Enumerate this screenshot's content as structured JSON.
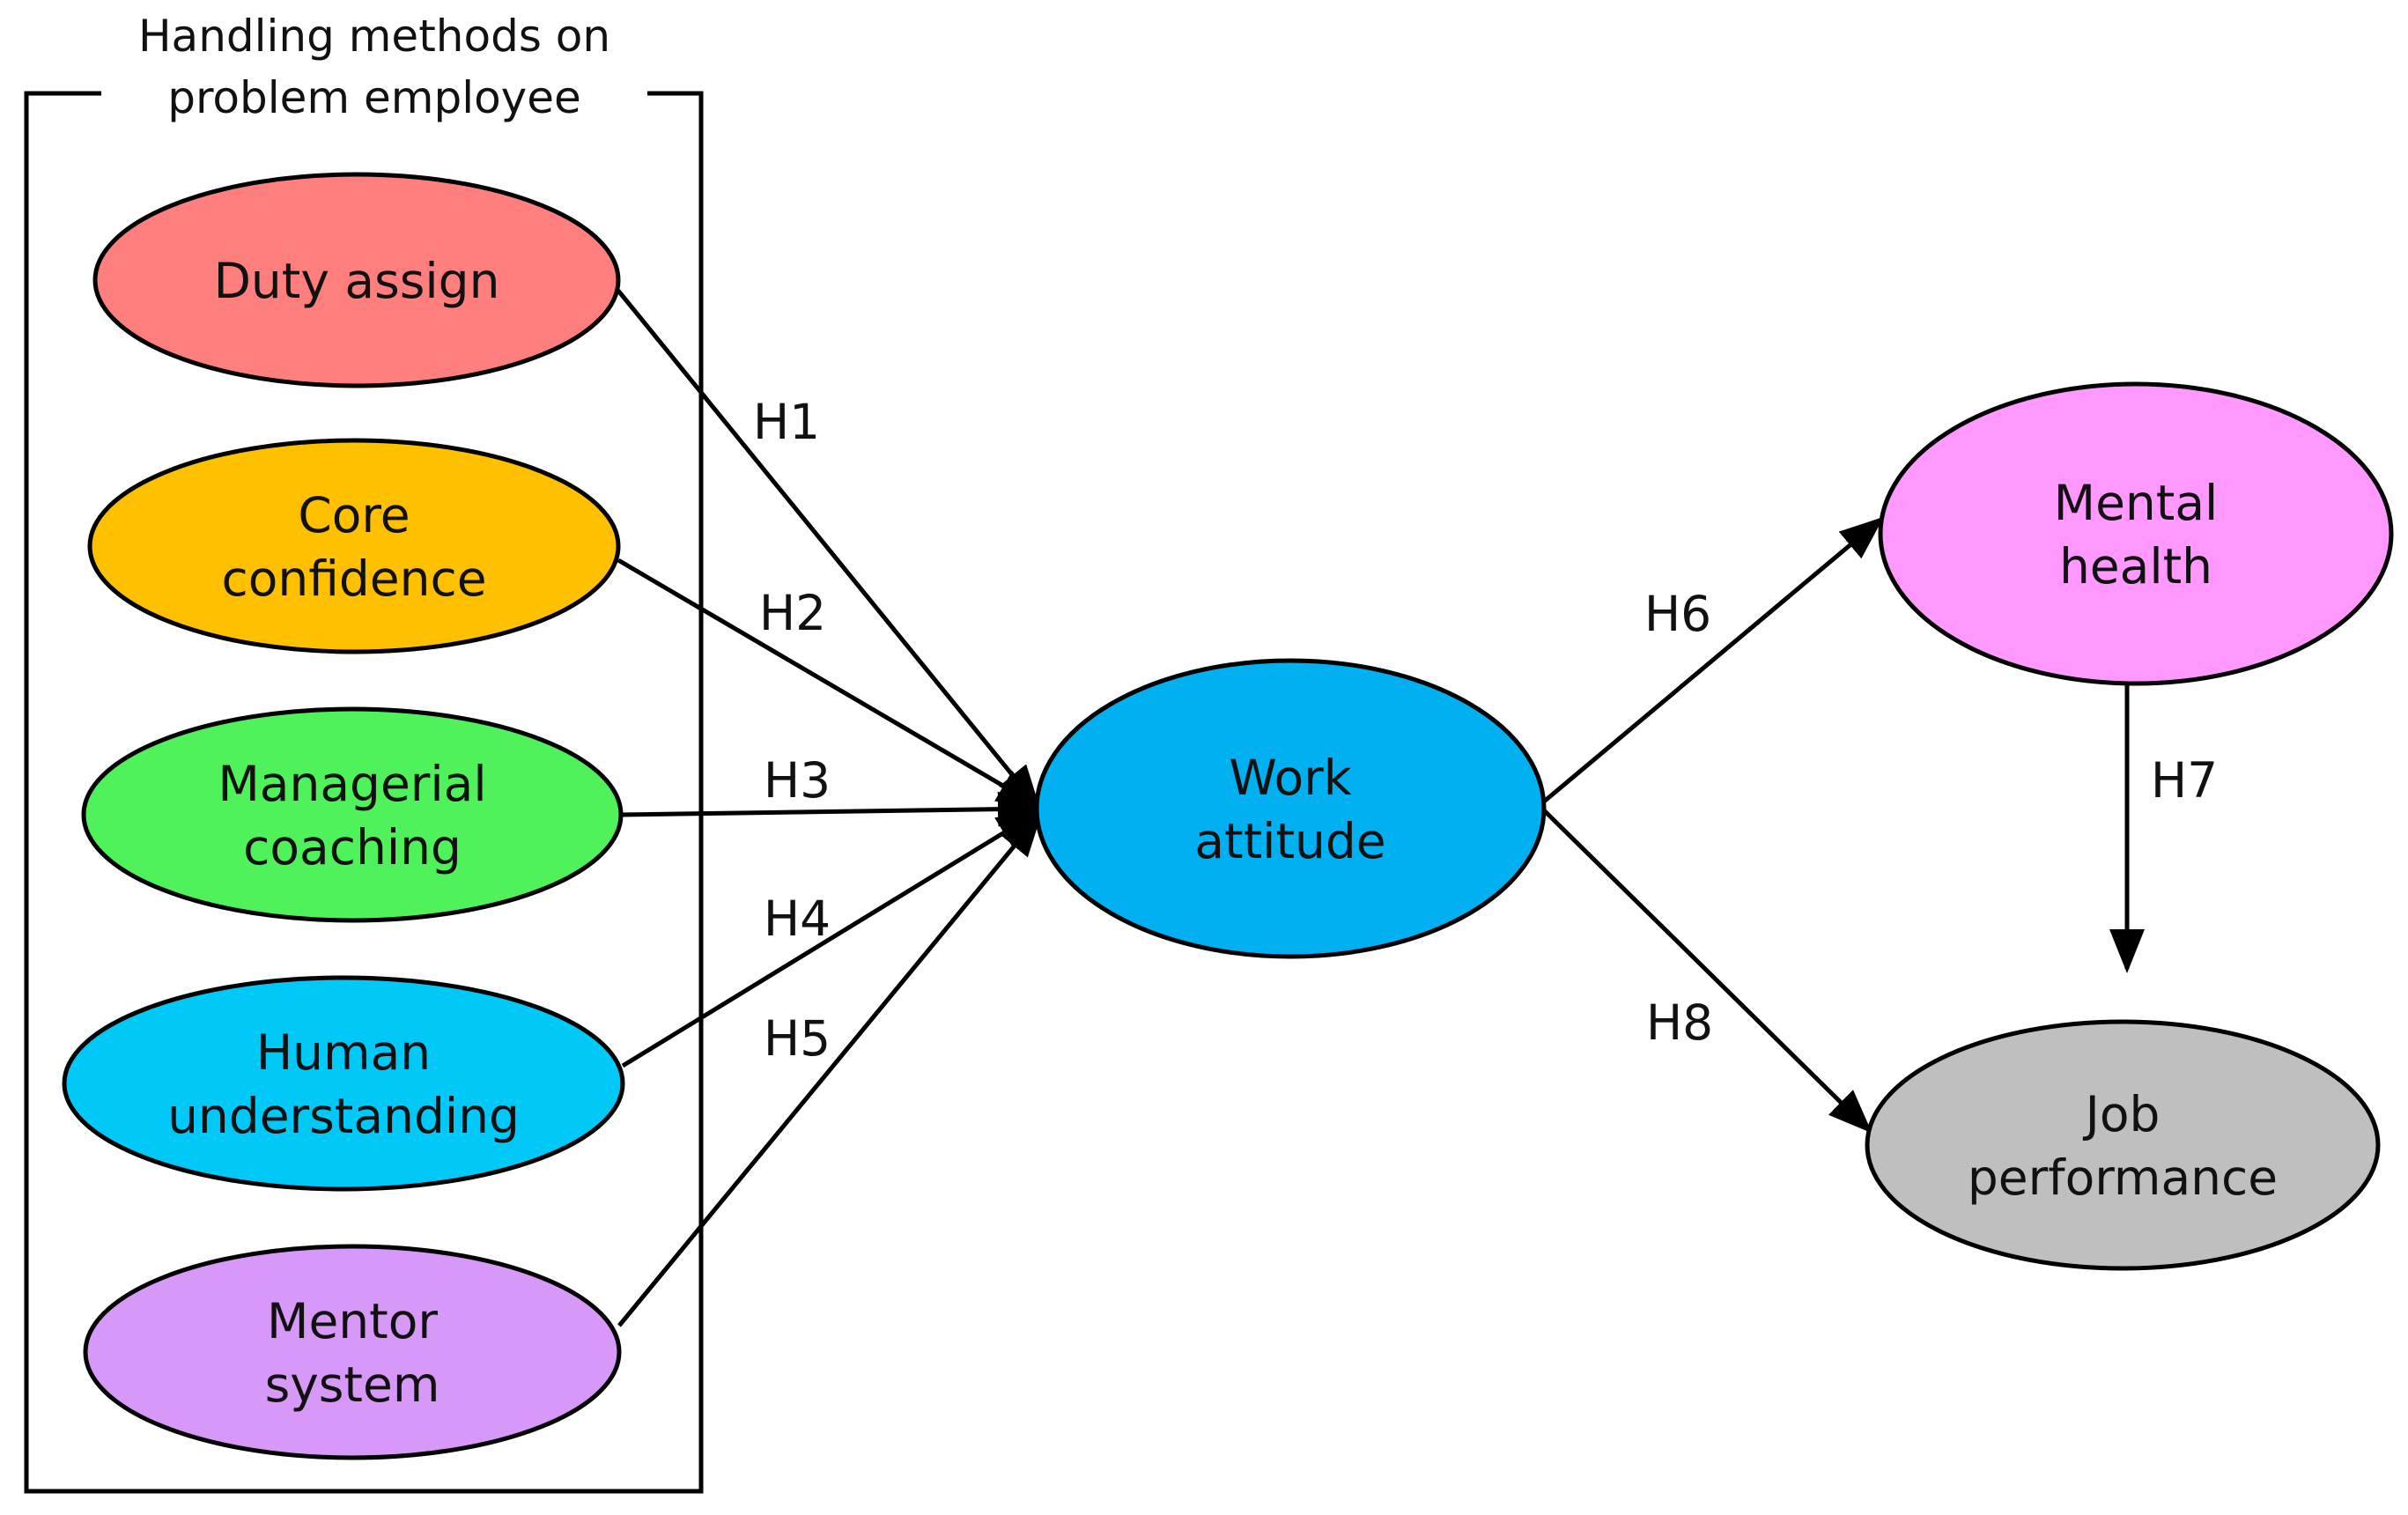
{
  "group": {
    "title_lines": [
      "Handling methods on",
      "problem employee"
    ]
  },
  "nodes": [
    {
      "id": "duty",
      "lines": [
        "Duty assign"
      ],
      "color": "#FF7F7F"
    },
    {
      "id": "core",
      "lines": [
        "Core",
        "confidence"
      ],
      "color": "#FFC000"
    },
    {
      "id": "coaching",
      "lines": [
        "Managerial",
        "coaching"
      ],
      "color": "#4FF25A"
    },
    {
      "id": "human",
      "lines": [
        "Human",
        "understanding"
      ],
      "color": "#00C8F7"
    },
    {
      "id": "mentor",
      "lines": [
        "Mentor",
        "system"
      ],
      "color": "#D898F8"
    },
    {
      "id": "work",
      "lines": [
        "Work",
        "attitude"
      ],
      "color": "#00B0F0"
    },
    {
      "id": "mental",
      "lines": [
        "Mental",
        "health"
      ],
      "color": "#FF99FF"
    },
    {
      "id": "job",
      "lines": [
        "Job",
        "performance"
      ],
      "color": "#BFBFBF"
    }
  ],
  "edges": [
    {
      "from": "duty",
      "to": "work",
      "label": "H1"
    },
    {
      "from": "core",
      "to": "work",
      "label": "H2"
    },
    {
      "from": "coaching",
      "to": "work",
      "label": "H3"
    },
    {
      "from": "human",
      "to": "work",
      "label": "H4"
    },
    {
      "from": "mentor",
      "to": "work",
      "label": "H5"
    },
    {
      "from": "work",
      "to": "mental",
      "label": "H6"
    },
    {
      "from": "mental",
      "to": "job",
      "label": "H7"
    },
    {
      "from": "work",
      "to": "job",
      "label": "H8"
    }
  ]
}
